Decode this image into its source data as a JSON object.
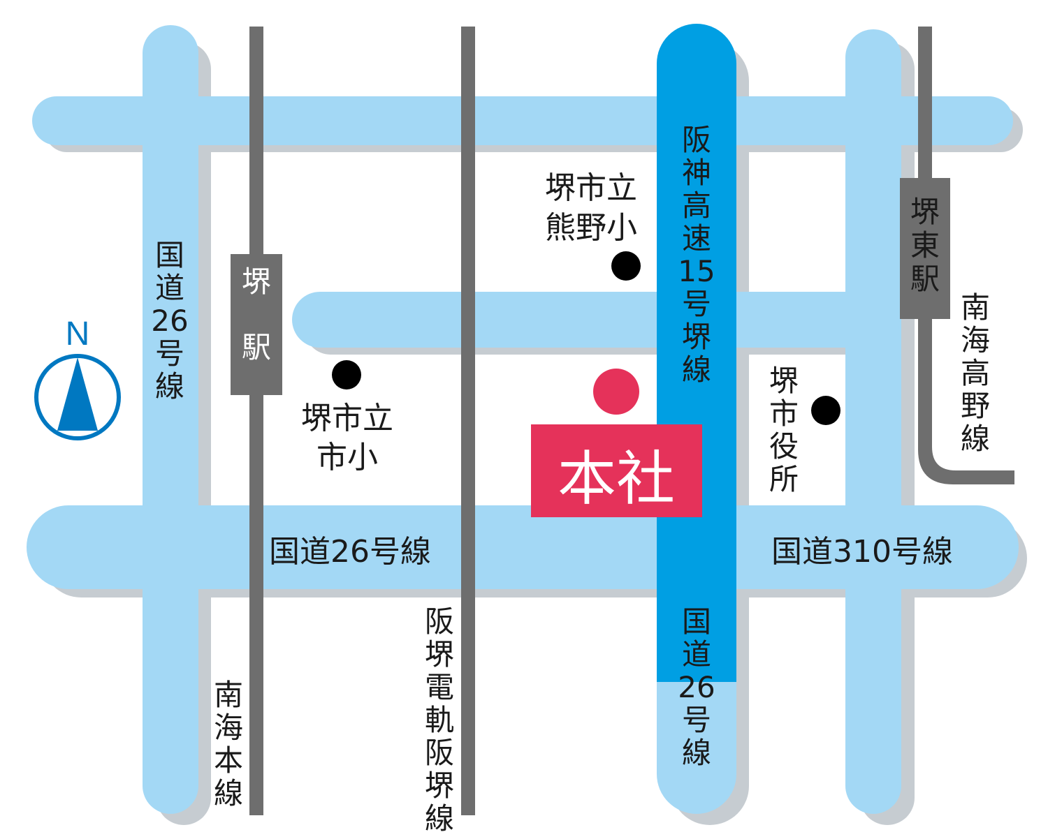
{
  "colors": {
    "road": "#a3d8f5",
    "road_shadow": "#c6ccd1",
    "highway": "#009fe3",
    "rail": "#6e6e6e",
    "station_box": "#6e6e6e",
    "hq": "#e5325a",
    "compass": "#0078c1",
    "poi": "#000000"
  },
  "compass": {
    "letter": "N",
    "icon": "north-arrow-icon"
  },
  "roads": {
    "route26_west": "国道26号線",
    "route26_main": "国道26号線",
    "route26_south": "国道26号線",
    "route310": "国道310号線",
    "hanshin_expressway": "阪神高速15号堺線"
  },
  "railways": {
    "nankai_main": "南海本線",
    "hankai_tram": "阪堺電軌阪堺線",
    "nankai_koya": "南海高野線"
  },
  "stations": {
    "sakai": "堺駅",
    "sakaihigashi": "堺東駅"
  },
  "places": {
    "kumano_school": "堺市立熊野小",
    "ichi_school": "堺市立市小",
    "city_hall": "堺市役所"
  },
  "headquarters": {
    "label": "本社"
  }
}
